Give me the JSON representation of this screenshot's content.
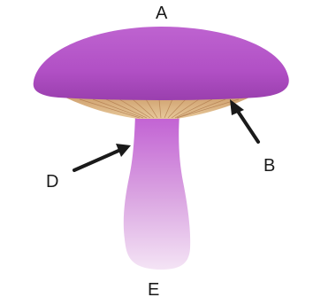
{
  "diagram": {
    "labels": {
      "a": "A",
      "b": "B",
      "d": "D",
      "e": "E"
    },
    "colors": {
      "cap": "#b150c5",
      "cap_dark": "#9a3fae",
      "gills": "#d8b37e",
      "stem_top": "#c15fd3",
      "stem_bottom": "#f1dcf2",
      "arrow": "#1a1a1a"
    }
  }
}
